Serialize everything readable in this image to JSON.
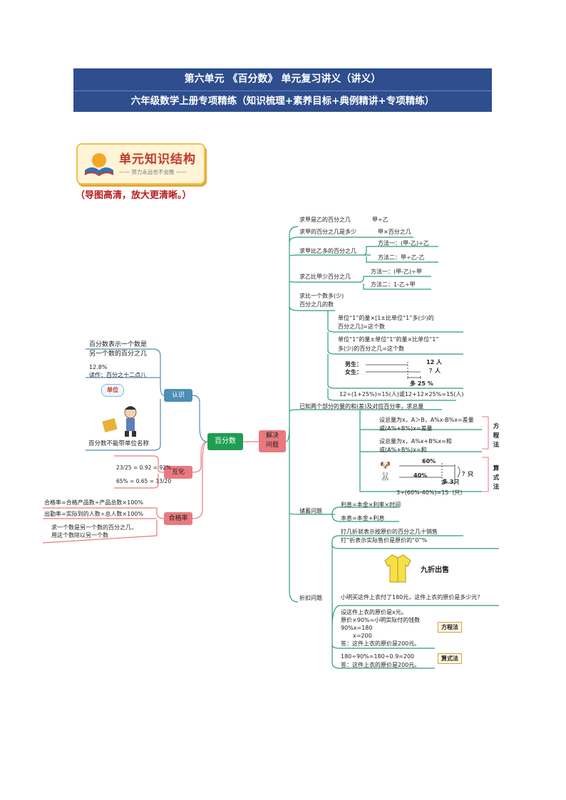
{
  "header": {
    "line1": "第六单元 《百分数》 单元复习讲义（讲义）",
    "line2": "六年级数学上册专项精练（知识梳理+素养目标+典例精讲+专项精练）"
  },
  "badge": {
    "title": "单元知识结构",
    "subtitle": "—— 努力永远也不会晚 ——"
  },
  "note": "（导图高清，放大更清晰。）",
  "mindmap": {
    "center": "百分数",
    "solve": [
      "解决",
      "问题"
    ],
    "left": {
      "renshi": {
        "label": "认识",
        "items": [
          "百分数表示一个数是",
          "另一个数的百分之几",
          "12.8%",
          "读作：百分之十二点八",
          "单位",
          "百分数不能带单位名称"
        ]
      },
      "huhua": {
        "label": "互化",
        "items": [
          "23/25 = 0.92 = 92%",
          "65% = 0.65 = 13/20"
        ]
      },
      "hegelv": {
        "label": "合格率",
        "items": [
          "合格率=合格产品数÷产品总数×100%",
          "出勤率=实际到的人数÷总人数×100%",
          "求一个数是另一个数的百分之几，",
          "用这个数除以另一个数"
        ]
      }
    },
    "right": {
      "r1": {
        "label": "求甲是乙的百分之几",
        "formula": "甲÷乙"
      },
      "r2": {
        "label": "求甲的百分之几是多少",
        "formula": "甲×百分之几"
      },
      "r3": {
        "label": "求甲比乙多的百分之几",
        "m1": "方法一：(甲-乙)÷乙",
        "m2": "方法二：甲÷乙-乙"
      },
      "r4": {
        "label": "求乙比甲少百分之几",
        "m1": "方法一：(甲-乙)÷甲",
        "m2": "方法二：1-乙÷甲"
      },
      "r5": {
        "label1": "求比一个数多(少)",
        "label2": "百分之几的数",
        "a1": "单位“1”的量×[1±比单位“1”多(少)的",
        "a2": "百分之几]=这个数",
        "b1": "单位“1”的量±单位“1”的量×比单位“1”",
        "b2": "多(少)的百分之几=这个数",
        "boys": "男生：",
        "girls": "女生：",
        "boys_n": "12 人",
        "girls_n": "？人",
        "more": "多 25 %",
        "calc": "12÷(1+25%)=15(人)或12+12×25%=15(人)"
      },
      "r6": {
        "label": "已知两个部分的量的和(差)及对应百分率，求总量",
        "e1a": "设总量为x，A＞B，A%x-B%x=差量",
        "e1b": "或(A%+B%)x=差量",
        "e2a": "设总量为x，A%x+B%x=和",
        "e2b": "或(A%+B%)x=和",
        "eq_tag": "方程法",
        "p60": "60%",
        "p40": "40%",
        "more3": "多 3只",
        "q": "？只",
        "calc": "3÷(60%-40%)=15（只）",
        "ar_tag": "算式法"
      },
      "r7": {
        "label": "储蓄问题",
        "f1": "利息=本金×利率×时间",
        "f2": "本息=本金+利息"
      },
      "r8": {
        "label": "折扣问题",
        "t1": "打几折就表示按原价的百分之几十销售",
        "t2": "打“折表示实际售价是原价的“0”%",
        "sale": "九折出售",
        "question": "小明买这件上衣付了180元，这件上衣的原价是多少元？",
        "s1": "设这件上衣的原价是x元。",
        "s2": "原价×90%=小明实际付的钱数",
        "s3": "90%x=180",
        "s4": "x=200",
        "s5": "答：这件上衣的原价是200元。",
        "eq_tag": "方程法",
        "a1": "180÷90%=180÷0.9=200",
        "a2": "答：这件上衣的原价是200元。",
        "ar_tag": "算式法"
      }
    }
  }
}
